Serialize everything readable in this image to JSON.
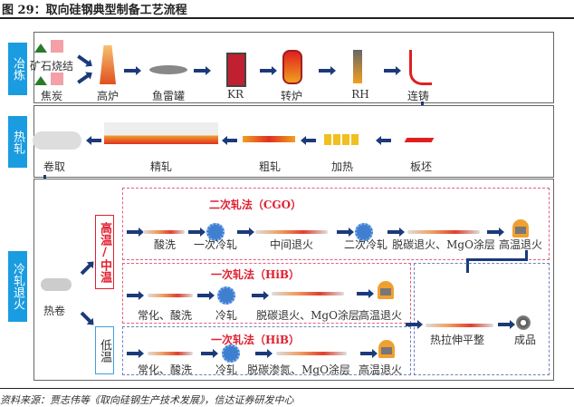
{
  "title": "图 29：取向硅钢典型制备工艺流程",
  "source": "资料来源：贾志伟等《取向硅钢生产技术发展》，信达证券研发中心",
  "sections": {
    "smelting": "冶炼",
    "hot_rolling": "热轧",
    "cold_rolling": "冷轧退火"
  },
  "smelting": [
    "矿石烧结",
    "焦炭",
    "高炉",
    "鱼雷罐",
    "KR",
    "转炉",
    "RH",
    "连铸"
  ],
  "hot": [
    "卷取",
    "精轧",
    "粗轧",
    "加热",
    "板坯"
  ],
  "cold": {
    "hot_coil": "热卷",
    "high_temp": "高温/中温",
    "low_temp": "低温",
    "cgo": {
      "title": "二次轧法（CGO）",
      "steps": [
        "酸洗",
        "一次冷轧",
        "中间退火",
        "二次冷轧",
        "脱碳退火、MgO涂层",
        "高温退火"
      ]
    },
    "hib1": {
      "title": "一次轧法（HiB）",
      "steps": [
        "常化、酸洗",
        "冷轧",
        "脱碳退火、MgO涂层",
        "高温退火"
      ]
    },
    "hib2": {
      "title": "一次轧法（HiB）",
      "steps": [
        "常化、酸洗",
        "冷轧",
        "脱碳渗氮、MgO涂层",
        "高温退火"
      ]
    },
    "final": [
      "热拉伸平整",
      "成品"
    ]
  },
  "colors": {
    "label_blue": "#1a9ce0",
    "arrow": "#1c3a7a",
    "accent_red": "#e02030"
  }
}
